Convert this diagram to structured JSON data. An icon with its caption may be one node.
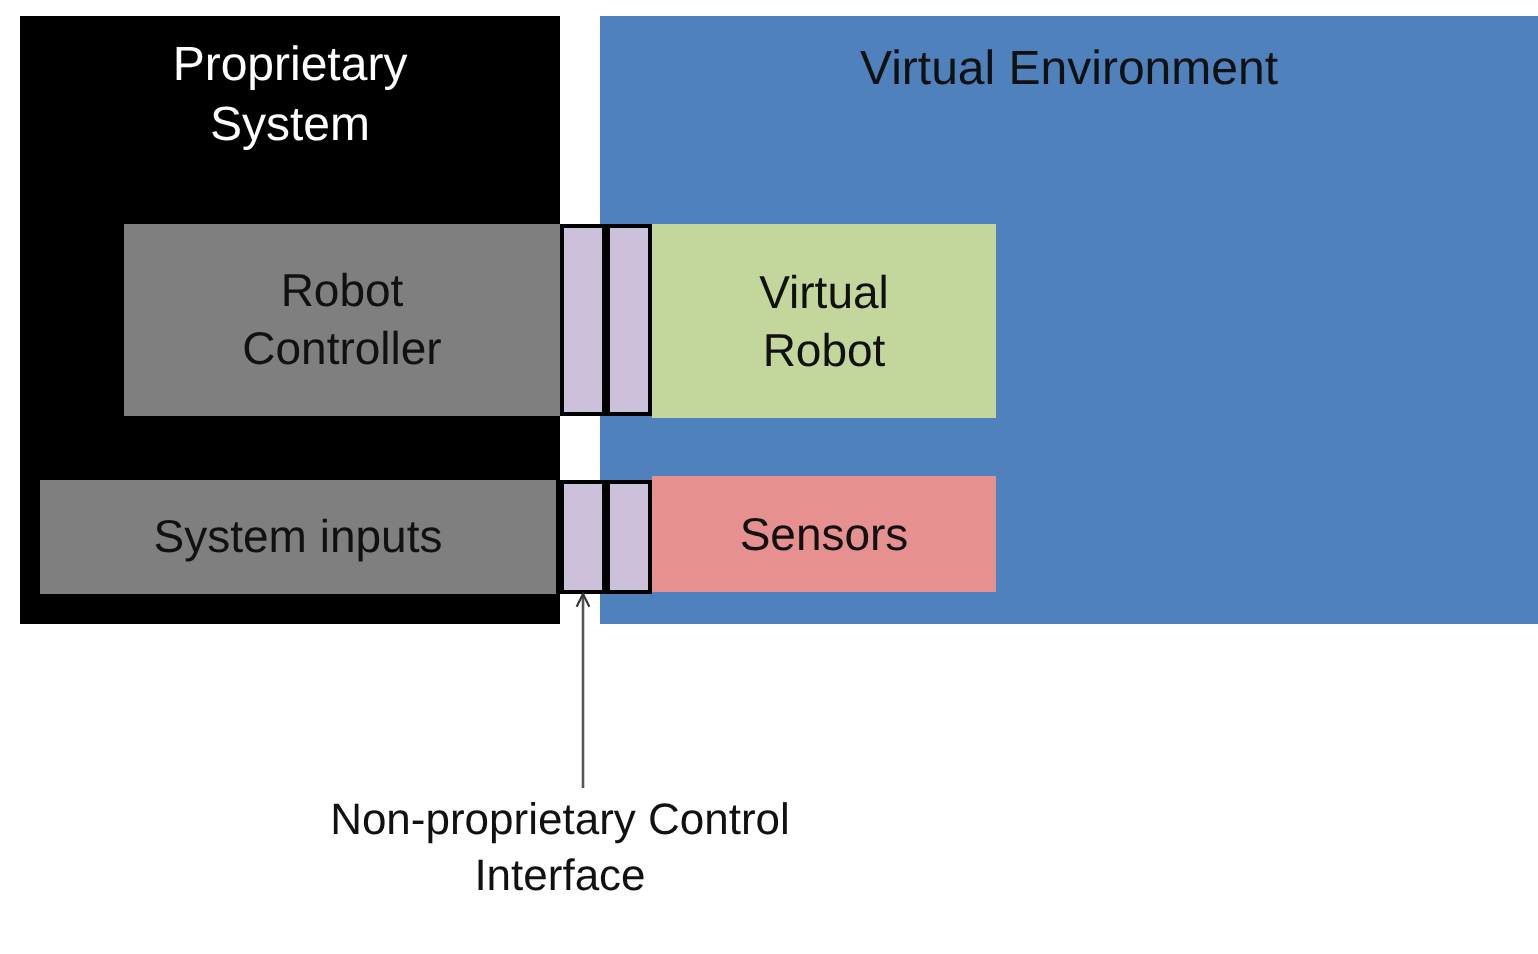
{
  "diagram": {
    "nodes": [
      {
        "text": [
          "Proprietary System"
        ]
      },
      {
        "text": [
          "Virtual Environment"
        ]
      },
      {
        "text": [
          "Robot Controller"
        ],
        "in": 0
      },
      {
        "text": [],
        "shape": "box"
      },
      {
        "text": [],
        "shape": "box",
        "in": 1
      },
      {
        "text": [
          "Virtual Robot"
        ],
        "in": 1
      },
      {
        "text": [
          "System inputs"
        ],
        "in": 0
      },
      {
        "text": [],
        "shape": "box"
      },
      {
        "text": [],
        "shape": "box",
        "in": 1
      },
      {
        "text": [
          "Sensors"
        ],
        "in": 1
      },
      {
        "text": [
          "Non-proprietary Control Interface"
        ]
      }
    ],
    "edges": [
      {
        "from": 10,
        "to": 7,
        "arrow": "to"
      }
    ]
  }
}
